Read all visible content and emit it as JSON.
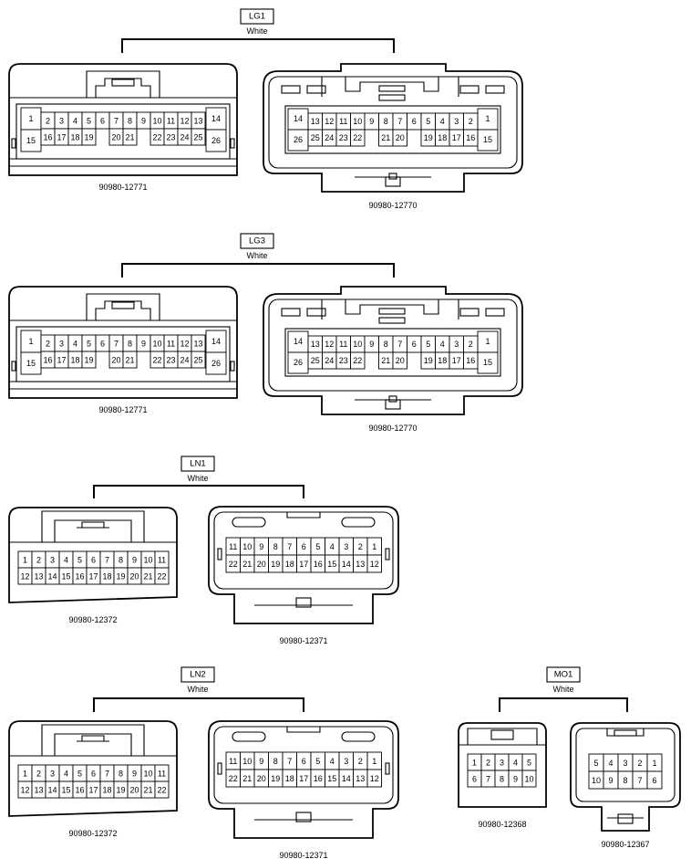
{
  "groups": [
    {
      "code": "LG1",
      "color": "White",
      "connectors": [
        {
          "part": "90980-12771",
          "rows": [
            [
              "1",
              "2",
              "3",
              "4",
              "5",
              "6",
              "7",
              "8",
              "9",
              "10",
              "11",
              "12",
              "13",
              "14"
            ],
            [
              "15",
              "16",
              "17",
              "18",
              "19",
              "",
              "20",
              "21",
              "",
              "22",
              "23",
              "24",
              "25",
              "26"
            ]
          ]
        },
        {
          "part": "90980-12770",
          "rows": [
            [
              "14",
              "13",
              "12",
              "11",
              "10",
              "9",
              "8",
              "7",
              "6",
              "5",
              "4",
              "3",
              "2",
              "1"
            ],
            [
              "26",
              "25",
              "24",
              "23",
              "22",
              "",
              "21",
              "20",
              "",
              "19",
              "18",
              "17",
              "16",
              "15"
            ]
          ]
        }
      ]
    },
    {
      "code": "LG3",
      "color": "White",
      "connectors": [
        {
          "part": "90980-12771",
          "rows": [
            [
              "1",
              "2",
              "3",
              "4",
              "5",
              "6",
              "7",
              "8",
              "9",
              "10",
              "11",
              "12",
              "13",
              "14"
            ],
            [
              "15",
              "16",
              "17",
              "18",
              "19",
              "",
              "20",
              "21",
              "",
              "22",
              "23",
              "24",
              "25",
              "26"
            ]
          ]
        },
        {
          "part": "90980-12770",
          "rows": [
            [
              "14",
              "13",
              "12",
              "11",
              "10",
              "9",
              "8",
              "7",
              "6",
              "5",
              "4",
              "3",
              "2",
              "1"
            ],
            [
              "26",
              "25",
              "24",
              "23",
              "22",
              "",
              "21",
              "20",
              "",
              "19",
              "18",
              "17",
              "16",
              "15"
            ]
          ]
        }
      ]
    },
    {
      "code": "LN1",
      "color": "White",
      "connectors": [
        {
          "part": "90980-12372",
          "rows": [
            [
              "1",
              "2",
              "3",
              "4",
              "5",
              "6",
              "7",
              "8",
              "9",
              "10",
              "11"
            ],
            [
              "12",
              "13",
              "14",
              "15",
              "16",
              "17",
              "18",
              "19",
              "20",
              "21",
              "22"
            ]
          ]
        },
        {
          "part": "90980-12371",
          "rows": [
            [
              "11",
              "10",
              "9",
              "8",
              "7",
              "6",
              "5",
              "4",
              "3",
              "2",
              "1"
            ],
            [
              "22",
              "21",
              "20",
              "19",
              "18",
              "17",
              "16",
              "15",
              "14",
              "13",
              "12"
            ]
          ]
        }
      ]
    },
    {
      "code": "LN2",
      "color": "White",
      "connectors": [
        {
          "part": "90980-12372",
          "rows": [
            [
              "1",
              "2",
              "3",
              "4",
              "5",
              "6",
              "7",
              "8",
              "9",
              "10",
              "11"
            ],
            [
              "12",
              "13",
              "14",
              "15",
              "16",
              "17",
              "18",
              "19",
              "20",
              "21",
              "22"
            ]
          ]
        },
        {
          "part": "90980-12371",
          "rows": [
            [
              "11",
              "10",
              "9",
              "8",
              "7",
              "6",
              "5",
              "4",
              "3",
              "2",
              "1"
            ],
            [
              "22",
              "21",
              "20",
              "19",
              "18",
              "17",
              "16",
              "15",
              "14",
              "13",
              "12"
            ]
          ]
        }
      ]
    },
    {
      "code": "MO1",
      "color": "White",
      "connectors": [
        {
          "part": "90980-12368",
          "rows": [
            [
              "1",
              "2",
              "3",
              "4",
              "5"
            ],
            [
              "6",
              "7",
              "8",
              "9",
              "10"
            ]
          ]
        },
        {
          "part": "90980-12367",
          "rows": [
            [
              "5",
              "4",
              "3",
              "2",
              "1"
            ],
            [
              "10",
              "9",
              "8",
              "7",
              "6"
            ]
          ]
        }
      ]
    }
  ]
}
